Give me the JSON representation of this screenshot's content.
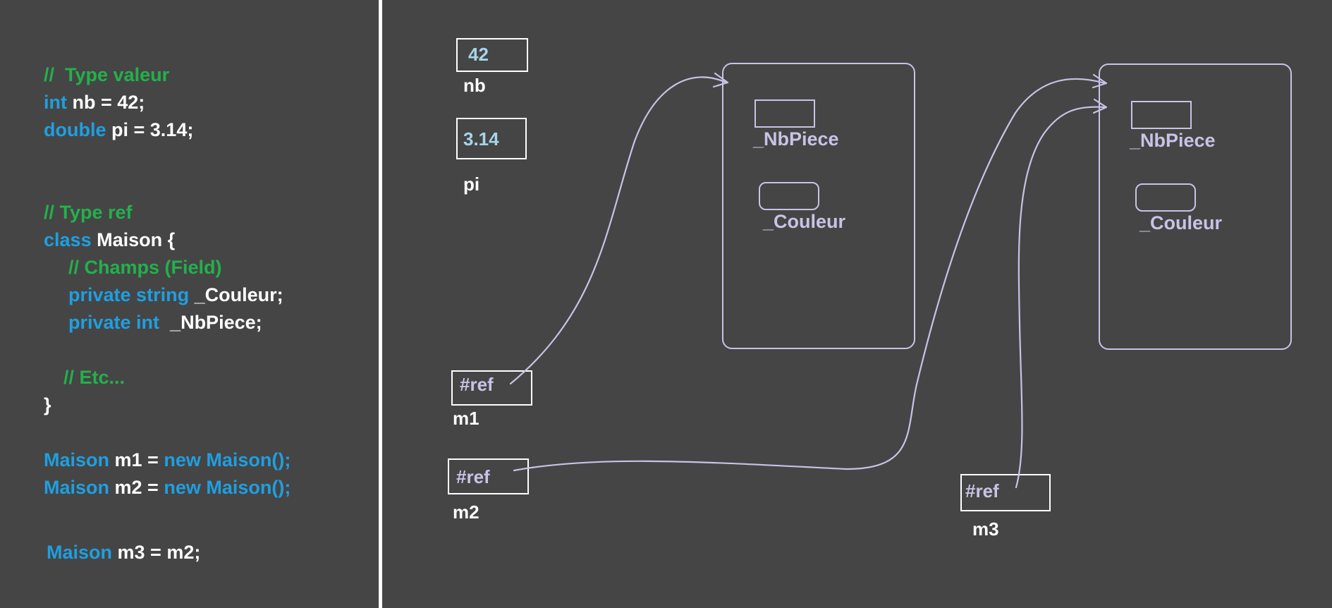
{
  "code": {
    "comment_value_type": "//  Type valeur",
    "int_kw": "int",
    "int_rest": " nb = 42;",
    "double_kw": "double",
    "double_rest": " pi = 3.14;",
    "comment_ref_type": "// Type ref",
    "class_kw": "class",
    "class_rest": " Maison {",
    "comment_fields": "// Champs (Field)",
    "private_string_kw": "private string",
    "private_string_rest": " _Couleur;",
    "private_int_kw": "private int",
    "private_int_rest": "  _NbPiece;",
    "comment_etc": "// Etc...",
    "close_brace": "}",
    "m1_type": "Maison",
    "m1_rest": " m1 = ",
    "m1_new": "new Maison();",
    "m2_type": "Maison",
    "m2_rest": " m2 = ",
    "m2_new": "new Maison();",
    "m3_type": "Maison",
    "m3_rest": " m3 = m2;"
  },
  "stack": {
    "nb": {
      "value": "42",
      "name": "nb"
    },
    "pi": {
      "value": "3.14",
      "name": "pi"
    },
    "m1": {
      "value": "#ref",
      "name": "m1"
    },
    "m2": {
      "value": "#ref",
      "name": "m2"
    },
    "m3": {
      "value": "#ref",
      "name": "m3"
    }
  },
  "heap": {
    "object1": {
      "field_nbpiece": "_NbPiece",
      "field_couleur": "_Couleur"
    },
    "object2": {
      "field_nbpiece": "_NbPiece",
      "field_couleur": "_Couleur"
    }
  },
  "colors": {
    "background": "#454545",
    "comment": "#22b14c",
    "keyword": "#1f9fe0",
    "value_cyan": "#a6d5e8",
    "ref_purple": "#c8c3e6",
    "text_white": "#ffffff"
  }
}
